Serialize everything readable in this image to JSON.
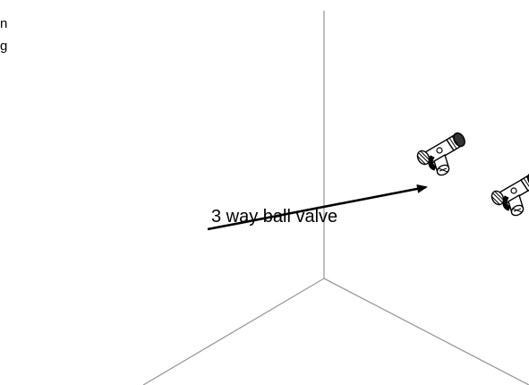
{
  "corner_text": {
    "line1": "n",
    "line2": "g"
  },
  "callout": {
    "label": "3 way ball valve"
  },
  "colors": {
    "wall_lines": "#9a9a9a",
    "arrow": "#000000",
    "valve_body": "#ffffff",
    "valve_outline": "#000000"
  },
  "icons": {
    "valve_1": "three-way-ball-valve-icon",
    "valve_2": "three-way-ball-valve-icon"
  }
}
